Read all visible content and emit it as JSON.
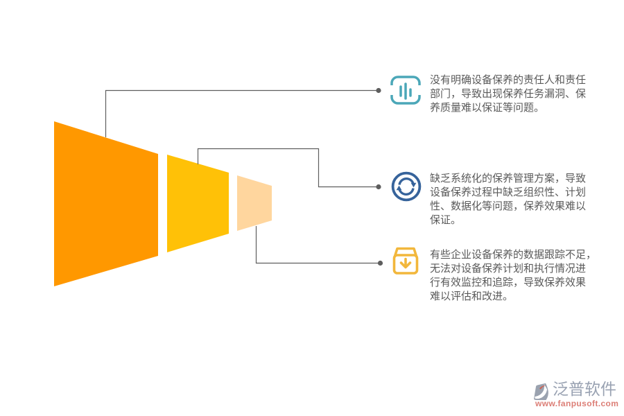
{
  "funnel": {
    "segments": [
      {
        "name": "stage-1",
        "color": "#FF9800"
      },
      {
        "name": "stage-2",
        "color": "#FFC107"
      },
      {
        "name": "stage-3",
        "color": "#FFD69E"
      }
    ],
    "connector_color": "#5E5E5E"
  },
  "text_color": "#5A5A5A",
  "items": [
    {
      "icon": "bar-chart-icon",
      "icon_color": "#4BA7B8",
      "text": "没有明确设备保养的责任人和责任部门，导致出现保养任务漏洞、保养质量难以保证等问题。",
      "lines": [
        "没有明确设备保养的责任人和责任",
        "部门，导致出现保养任务漏洞、保",
        "养质量难以保证等问题。"
      ]
    },
    {
      "icon": "sync-icon",
      "icon_color": "#36639B",
      "text": "缺乏系统化的保养管理方案，导致设备保养过程中缺乏组织性、计划性、数据化等问题，保养效果难以保证。",
      "lines": [
        "缺乏系统化的保养管理方案，导致",
        "设备保养过程中缺乏组织性、计划",
        "性、数据化等问题，保养效果难以",
        "保证。"
      ]
    },
    {
      "icon": "box-download-icon",
      "icon_color": "#F2B73C",
      "text": "有些企业设备保养的数据跟踪不足，无法对设备保养计划和执行情况进行有效监控和追踪，导致保养效果难以评估和改进。",
      "lines": [
        "有些企业设备保养的数据跟踪不足，",
        "无法对设备保养计划和执行情况进",
        "行有效监控和追踪，导致保养效果",
        "难以评估和改进。"
      ]
    }
  ],
  "watermark": {
    "brand": "泛普软件",
    "url": "www.fanpusoft.com",
    "brand_color": "#99A2B2",
    "url_color": "#DC7E76",
    "logo_color": "#9AA2AF",
    "logo_accent_color": "#D0604F"
  }
}
